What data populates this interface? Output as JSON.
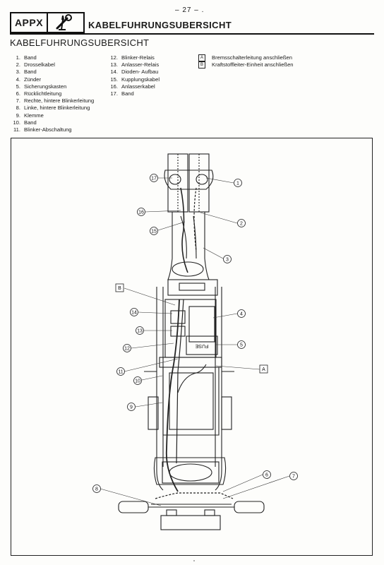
{
  "page_number": "– 27 – .",
  "header": {
    "appx_label": "APPX",
    "title": "KABELFUHRUNGSUBERSICHT"
  },
  "section_title": "KABELFUHRUNGSUBERSICHT",
  "legend": {
    "column1": [
      {
        "num": "1.",
        "text": "Band"
      },
      {
        "num": "2.",
        "text": "Drosselkabel"
      },
      {
        "num": "3.",
        "text": "Band"
      },
      {
        "num": "4.",
        "text": "Zünder"
      },
      {
        "num": "5.",
        "text": "Sicherungskasten"
      },
      {
        "num": "6.",
        "text": "Rücklichtleitung"
      },
      {
        "num": "7.",
        "text": "Rechte, hintere Blinkerleitung"
      },
      {
        "num": "8.",
        "text": "Linke, hintere Blinkerleitung"
      },
      {
        "num": "9.",
        "text": "Klemme"
      },
      {
        "num": "10.",
        "text": "Band"
      },
      {
        "num": "11.",
        "text": "Blinker-Abschaltung"
      }
    ],
    "column2": [
      {
        "num": "12.",
        "text": "Blinker-Relais"
      },
      {
        "num": "13.",
        "text": "Anlasser-Relais"
      },
      {
        "num": "14.",
        "text": "Dioden- Aufbau"
      },
      {
        "num": "15.",
        "text": "Kupplungskabel"
      },
      {
        "num": "16.",
        "text": "Anlasserkabel"
      },
      {
        "num": "17.",
        "text": "Band"
      }
    ],
    "column3": [
      {
        "letter": "A",
        "text": "Bremsschalterleitung anschließen"
      },
      {
        "letter": "B",
        "text": "Kraftstoffleiter-Einheit anschließen"
      }
    ]
  },
  "diagram": {
    "fuse_label": "FUSE",
    "callouts": {
      "c1": "1",
      "c2": "2",
      "c3": "3",
      "c4": "4",
      "c5": "5",
      "c6": "6",
      "c7": "7",
      "c8": "8",
      "c9": "9",
      "c10": "10",
      "c11": "11",
      "c12": "12",
      "c13": "13",
      "c14": "14",
      "c15": "15",
      "c16": "16",
      "c17": "17",
      "cA": "A",
      "cB": "B"
    }
  }
}
